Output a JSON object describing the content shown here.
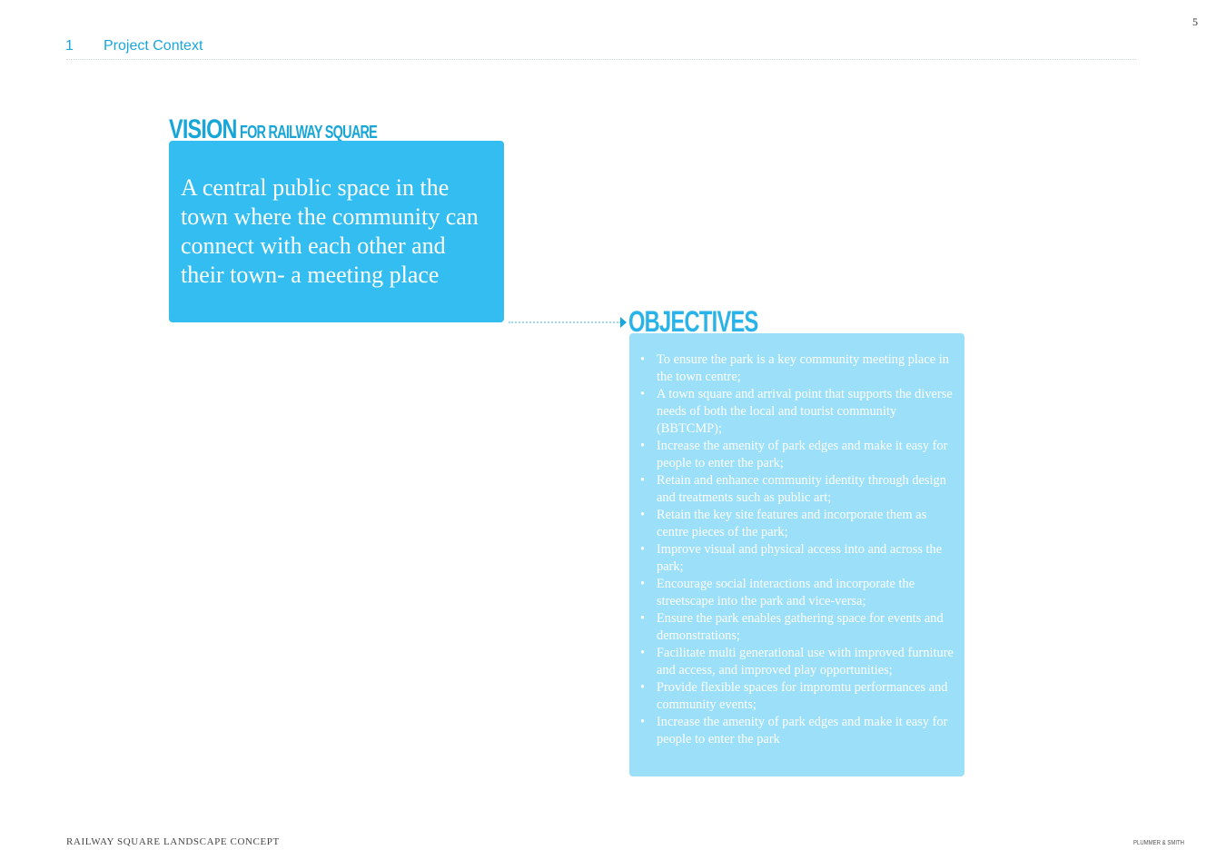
{
  "page": {
    "number": "5",
    "section_number": "1",
    "section_title": "Project Context"
  },
  "vision": {
    "heading_main": "VISION",
    "heading_sub": "FOR RAILWAY SQUARE",
    "statement": "A central public space in the town where the community can connect with each other and their town- a meeting place"
  },
  "objectives": {
    "heading": "OBJECTIVES",
    "bullet": "•",
    "items": [
      "To ensure the park is a key community meeting place in the town centre;",
      "A town square and arrival point that supports the diverse needs of both the local and tourist community (BBTCMP);",
      "Increase the amenity of park edges and make it easy for people to enter the park;",
      "Retain and enhance community identity through design and treatments such as public art;",
      "Retain the key site features and incorporate them as centre pieces of the park;",
      "Improve visual and physical access into and across the park;",
      "Encourage social interactions and incorporate the streetscape into the park and vice-versa;",
      "Ensure the park enables gathering space for events and demonstrations;",
      "Facilitate multi generational use with improved furniture and access, and improved play opportunities;",
      "Provide flexible spaces for impromtu performances and community events;",
      "Increase the amenity of park edges and make it easy for people to enter the park"
    ]
  },
  "footer": {
    "document_title": "RAILWAY SQUARE LANDSCAPE CONCEPT",
    "author": "PLUMMER & SMITH"
  },
  "colors": {
    "accent": "#1aa6db",
    "vision_box": "#33bdf0",
    "objectives_box": "#9bdff8"
  }
}
